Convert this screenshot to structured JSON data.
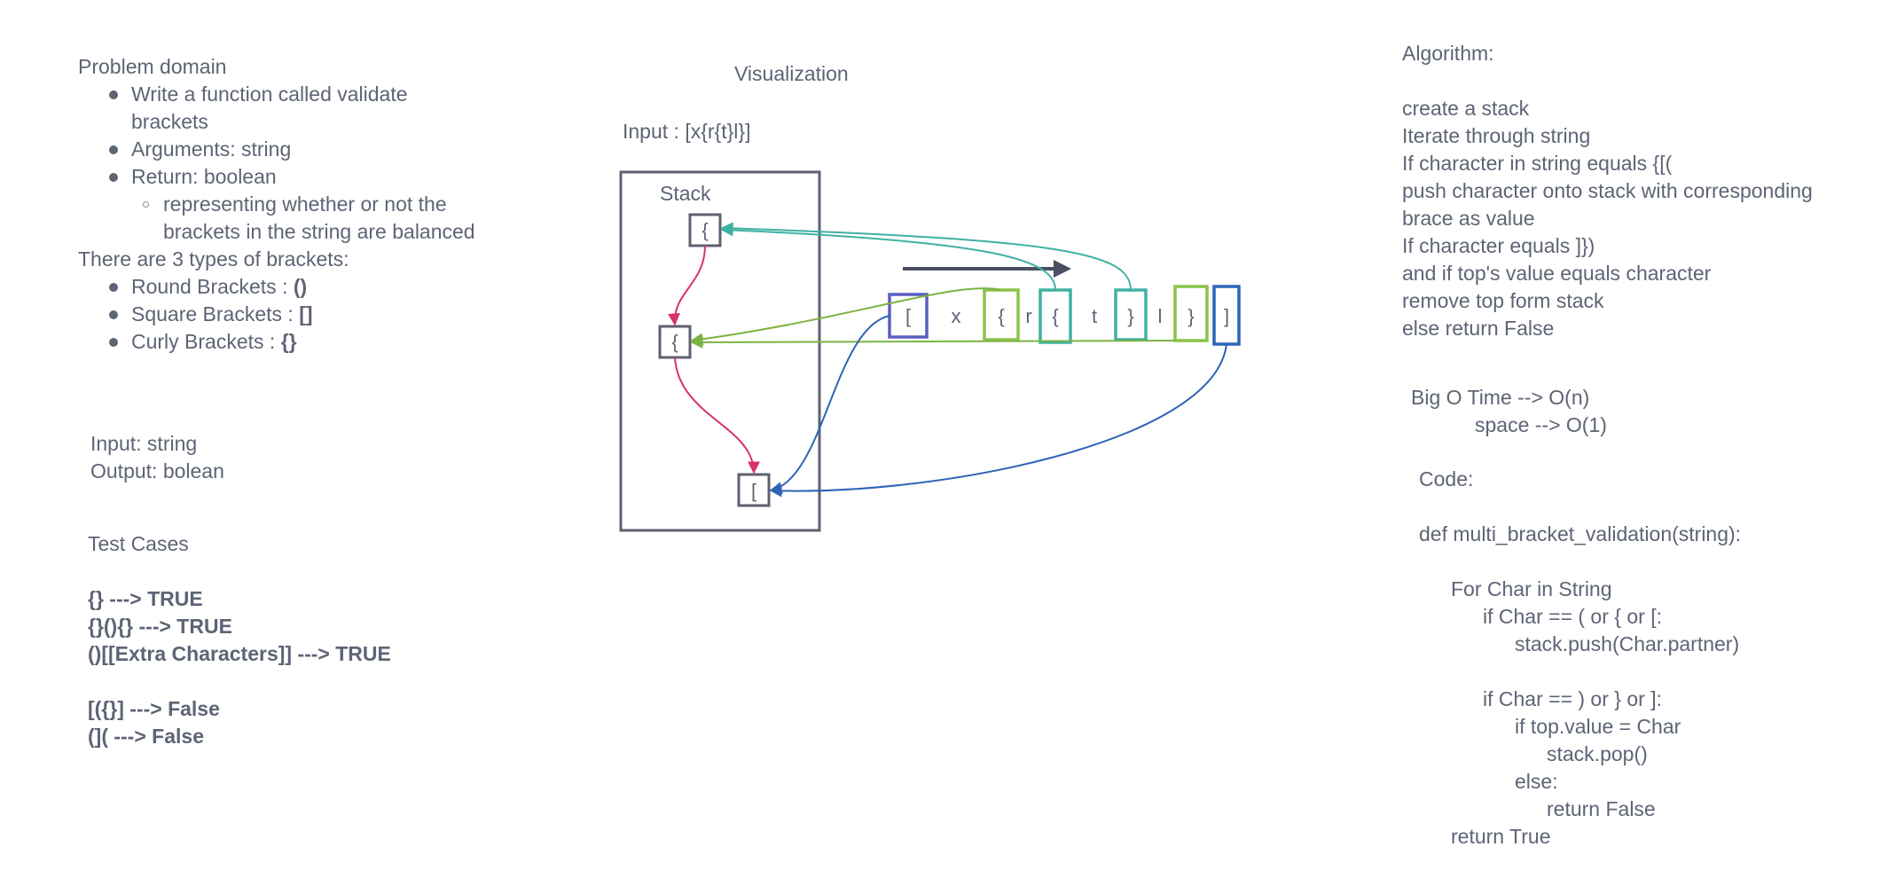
{
  "problem": {
    "heading": "Problem domain",
    "items": [
      {
        "line1": "Write a function called validate",
        "line2": "brackets"
      },
      {
        "line1": "Arguments: string"
      },
      {
        "line1": "Return: boolean"
      }
    ],
    "subitem": {
      "line1": "representing whether or not the",
      "line2": "brackets in the string are balanced"
    },
    "types_heading": "There are 3 types of brackets:",
    "types": [
      {
        "label": "Round Brackets : ",
        "value": "()"
      },
      {
        "label": "Square Brackets : ",
        "value": "[]"
      },
      {
        "label": "Curly Brackets : ",
        "value": "{}"
      }
    ]
  },
  "io": {
    "input": "Input: string",
    "output": "Output: bolean"
  },
  "tests": {
    "heading": "Test Cases",
    "cases": [
      "{}  --->  TRUE",
      "{}(){} --->  TRUE",
      "()[[Extra Characters]] --->  TRUE",
      "[({}] --->  False",
      "(](  --->  False"
    ]
  },
  "visualization": {
    "title": "Visualization",
    "input_label": "Input : [x{r{t}l}]",
    "stack_label": "Stack",
    "stack_items": [
      "{",
      "{",
      "["
    ],
    "chars": [
      "[",
      "x",
      "{",
      "r",
      "{",
      "t",
      "}",
      "l",
      "}",
      "]"
    ]
  },
  "colors": {
    "text": "#5d6475",
    "box": "#5d6070",
    "purple": "#5b5fc0",
    "green": "#8bc34a",
    "teal": "#3fb1a3",
    "blue": "#2e64b6",
    "pink": "#d6336c",
    "arrow": "#4a4f63"
  },
  "algorithm": {
    "heading": "Algorithm:",
    "lines": [
      "create a stack",
      "Iterate through string",
      "If character in string equals {[(",
      "push character onto stack with corresponding",
      "brace as value",
      "If character equals ]})",
      "and if top's value equals character",
      "remove top form stack",
      "else return False"
    ]
  },
  "bigo": {
    "time": "Big O  Time --> O(n)",
    "space": "space --> O(1)"
  },
  "code": {
    "heading": "Code:",
    "def": "def multi_bracket_validation(string):",
    "lines": [
      "For Char in String",
      "if Char == ( or { or [:",
      "stack.push(Char.partner)",
      "if Char == ) or } or ]:",
      "if top.value = Char",
      "stack.pop()",
      "else:",
      "return False",
      "return True"
    ]
  }
}
